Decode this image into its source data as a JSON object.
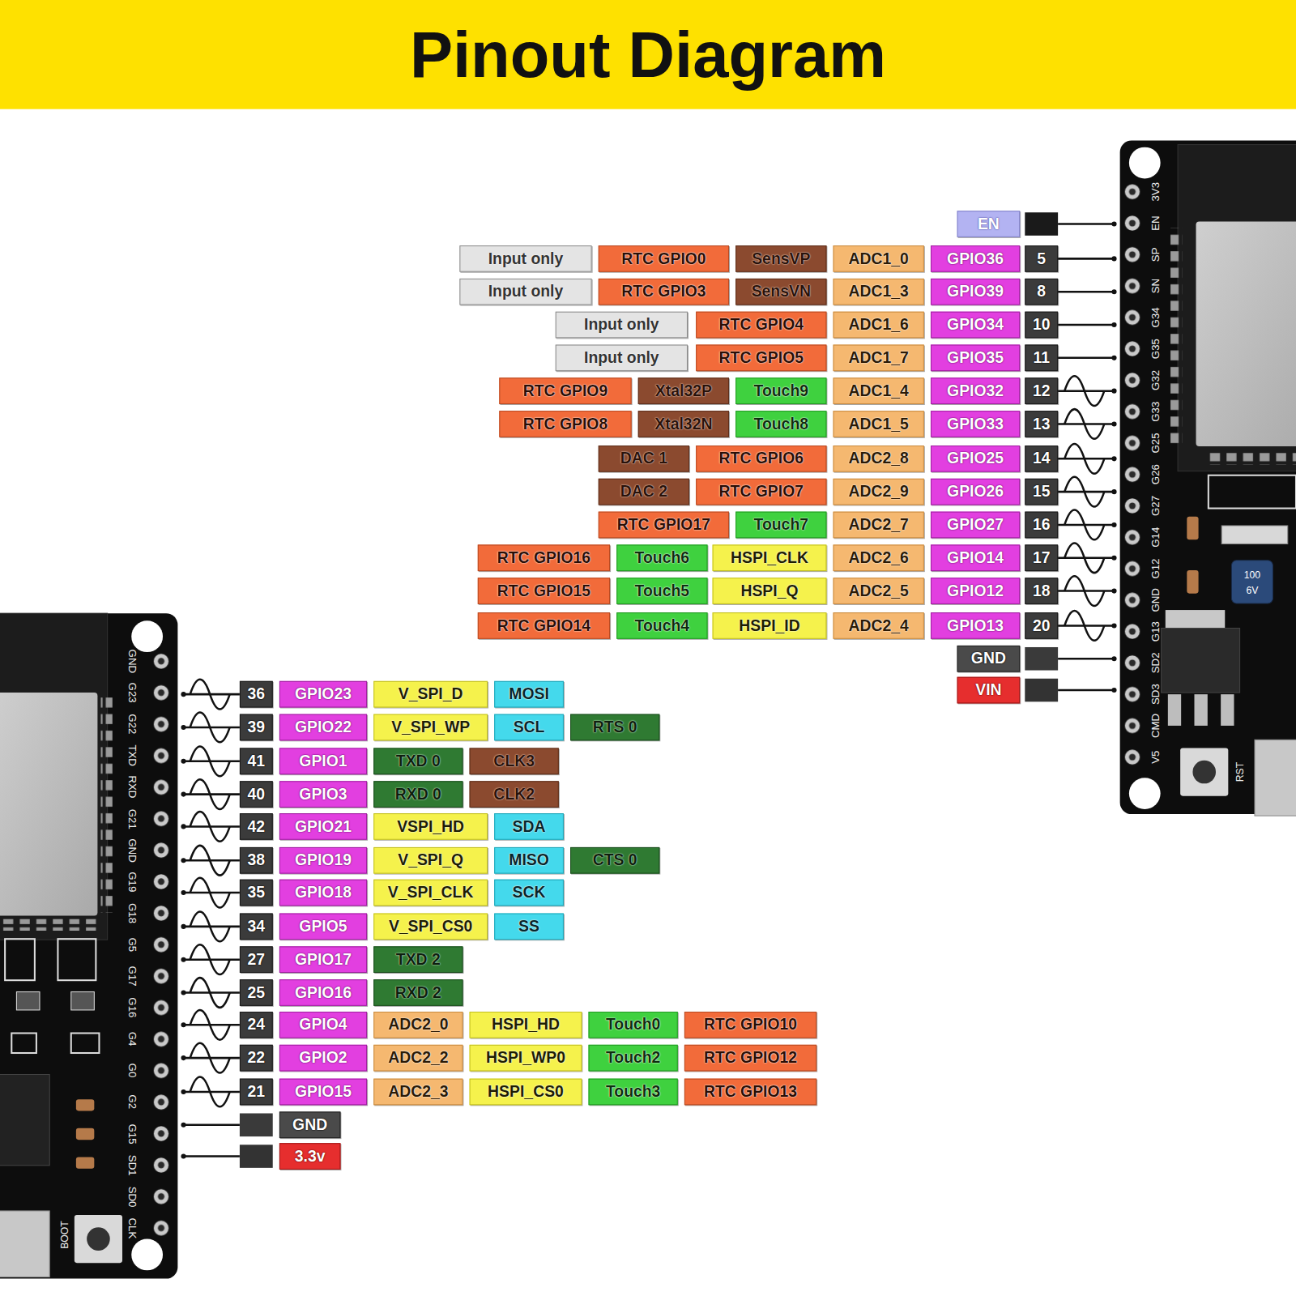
{
  "diagram": {
    "title": "Pinout Diagram",
    "nodes": [
      {
        "text": [
          "EN"
        ]
      },
      {
        "text": [
          "Input only"
        ]
      },
      {
        "text": [
          "RTC GPIO0"
        ]
      },
      {
        "text": [
          "SensVP"
        ]
      },
      {
        "text": [
          "ADC1_0"
        ]
      },
      {
        "text": [
          "GPIO36"
        ]
      },
      {
        "text": [
          "5"
        ]
      },
      {
        "text": [
          "Input only"
        ]
      },
      {
        "text": [
          "RTC GPIO3"
        ]
      },
      {
        "text": [
          "SensVN"
        ]
      },
      {
        "text": [
          "ADC1_3"
        ]
      },
      {
        "text": [
          "GPIO39"
        ]
      },
      {
        "text": [
          "8"
        ]
      },
      {
        "text": [
          "Input only"
        ]
      },
      {
        "text": [
          "RTC GPIO4"
        ]
      },
      {
        "text": [
          "ADC1_6"
        ]
      },
      {
        "text": [
          "GPIO34"
        ]
      },
      {
        "text": [
          "10"
        ]
      },
      {
        "text": [
          "Input only"
        ]
      },
      {
        "text": [
          "RTC GPIO5"
        ]
      },
      {
        "text": [
          "ADC1_7"
        ]
      },
      {
        "text": [
          "GPIO35"
        ]
      },
      {
        "text": [
          "11"
        ]
      },
      {
        "text": [
          "RTC GPIO9"
        ]
      },
      {
        "text": [
          "Xtal32P"
        ]
      },
      {
        "text": [
          "Touch9"
        ]
      },
      {
        "text": [
          "ADC1_4"
        ]
      },
      {
        "text": [
          "GPIO32"
        ]
      },
      {
        "text": [
          "12"
        ]
      },
      {
        "text": [
          "RTC GPIO8"
        ]
      },
      {
        "text": [
          "Xtal32N"
        ]
      },
      {
        "text": [
          "Touch8"
        ]
      },
      {
        "text": [
          "ADC1_5"
        ]
      },
      {
        "text": [
          "GPIO33"
        ]
      },
      {
        "text": [
          "13"
        ]
      },
      {
        "text": [
          "DAC 1"
        ]
      },
      {
        "text": [
          "RTC GPIO6"
        ]
      },
      {
        "text": [
          "ADC2_8"
        ]
      },
      {
        "text": [
          "GPIO25"
        ]
      },
      {
        "text": [
          "14"
        ]
      },
      {
        "text": [
          "DAC 2"
        ]
      },
      {
        "text": [
          "RTC GPIO7"
        ]
      },
      {
        "text": [
          "ADC2_9"
        ]
      },
      {
        "text": [
          "GPIO26"
        ]
      },
      {
        "text": [
          "15"
        ]
      },
      {
        "text": [
          "RTC GPIO17"
        ]
      },
      {
        "text": [
          "Touch7"
        ]
      },
      {
        "text": [
          "ADC2_7"
        ]
      },
      {
        "text": [
          "GPIO27"
        ]
      },
      {
        "text": [
          "16"
        ]
      },
      {
        "text": [
          "RTC GPIO16"
        ]
      },
      {
        "text": [
          "Touch6"
        ]
      },
      {
        "text": [
          "HSPI_CLK"
        ]
      },
      {
        "text": [
          "ADC2_6"
        ]
      },
      {
        "text": [
          "GPIO14"
        ]
      },
      {
        "text": [
          "17"
        ]
      },
      {
        "text": [
          "RTC GPIO15"
        ]
      },
      {
        "text": [
          "Touch5"
        ]
      },
      {
        "text": [
          "HSPI_Q"
        ]
      },
      {
        "text": [
          "ADC2_5"
        ]
      },
      {
        "text": [
          "GPIO12"
        ]
      },
      {
        "text": [
          "18"
        ]
      },
      {
        "text": [
          "RTC GPIO14"
        ]
      },
      {
        "text": [
          "Touch4"
        ]
      },
      {
        "text": [
          "HSPI_ID"
        ]
      },
      {
        "text": [
          "ADC2_4"
        ]
      },
      {
        "text": [
          "GPIO13"
        ]
      },
      {
        "text": [
          "20"
        ]
      },
      {
        "text": [
          "GND"
        ]
      },
      {
        "text": [
          "VIN"
        ]
      },
      {
        "text": [
          "36"
        ]
      },
      {
        "text": [
          "GPIO23"
        ]
      },
      {
        "text": [
          "V_SPI_D"
        ]
      },
      {
        "text": [
          "MOSI"
        ]
      },
      {
        "text": [
          "39"
        ]
      },
      {
        "text": [
          "GPIO22"
        ]
      },
      {
        "text": [
          "V_SPI_WP"
        ]
      },
      {
        "text": [
          "SCL"
        ]
      },
      {
        "text": [
          "RTS 0"
        ]
      },
      {
        "text": [
          "41"
        ]
      },
      {
        "text": [
          "GPIO1"
        ]
      },
      {
        "text": [
          "TXD 0"
        ]
      },
      {
        "text": [
          "CLK3"
        ]
      },
      {
        "text": [
          "40"
        ]
      },
      {
        "text": [
          "GPIO3"
        ]
      },
      {
        "text": [
          "RXD 0"
        ]
      },
      {
        "text": [
          "CLK2"
        ]
      },
      {
        "text": [
          "42"
        ]
      },
      {
        "text": [
          "GPIO21"
        ]
      },
      {
        "text": [
          "VSPI_HD"
        ]
      },
      {
        "text": [
          "SDA"
        ]
      },
      {
        "text": [
          "38"
        ]
      },
      {
        "text": [
          "GPIO19"
        ]
      },
      {
        "text": [
          "V_SPI_Q"
        ]
      },
      {
        "text": [
          "MISO"
        ]
      },
      {
        "text": [
          "CTS 0"
        ]
      },
      {
        "text": [
          "35"
        ]
      },
      {
        "text": [
          "GPIO18"
        ]
      },
      {
        "text": [
          "V_SPI_CLK"
        ]
      },
      {
        "text": [
          "SCK"
        ]
      },
      {
        "text": [
          "34"
        ]
      },
      {
        "text": [
          "GPIO5"
        ]
      },
      {
        "text": [
          "V_SPI_CS0"
        ]
      },
      {
        "text": [
          "SS"
        ]
      },
      {
        "text": [
          "27"
        ]
      },
      {
        "text": [
          "GPIO17"
        ]
      },
      {
        "text": [
          "TXD 2"
        ]
      },
      {
        "text": [
          "25"
        ]
      },
      {
        "text": [
          "GPIO16"
        ]
      },
      {
        "text": [
          "RXD 2"
        ]
      },
      {
        "text": [
          "24"
        ]
      },
      {
        "text": [
          "GPIO4"
        ]
      },
      {
        "text": [
          "ADC2_0"
        ]
      },
      {
        "text": [
          "HSPI_HD"
        ]
      },
      {
        "text": [
          "Touch0"
        ]
      },
      {
        "text": [
          "RTC GPIO10"
        ]
      },
      {
        "text": [
          "22"
        ]
      },
      {
        "text": [
          "GPIO2"
        ]
      },
      {
        "text": [
          "ADC2_2"
        ]
      },
      {
        "text": [
          "HSPI_WP0"
        ]
      },
      {
        "text": [
          "Touch2"
        ]
      },
      {
        "text": [
          "RTC GPIO12"
        ]
      },
      {
        "text": [
          "21"
        ]
      },
      {
        "text": [
          "GPIO15"
        ]
      },
      {
        "text": [
          "ADC2_3"
        ]
      },
      {
        "text": [
          "HSPI_CS0"
        ]
      },
      {
        "text": [
          "Touch3"
        ]
      },
      {
        "text": [
          "RTC GPIO13"
        ]
      },
      {
        "text": [
          "GND"
        ]
      },
      {
        "text": [
          "3.3v"
        ]
      }
    ],
    "labels": [
      "3V3",
      "EN",
      "SP",
      "SN",
      "G34",
      "G35",
      "G32",
      "G33",
      "G25",
      "G26",
      "G27",
      "G14",
      "G12",
      "GND",
      "G13",
      "SD2",
      "SD3",
      "CMD",
      "V5",
      "100",
      "6V",
      "RST",
      "GND",
      "G23",
      "G22",
      "TXD",
      "RXD",
      "G21",
      "GND",
      "G19",
      "G18",
      "G5",
      "G17",
      "G16",
      "G4",
      "G0",
      "G2",
      "G15",
      "SD1",
      "SD0",
      "CLK",
      "BOOT"
    ]
  }
}
